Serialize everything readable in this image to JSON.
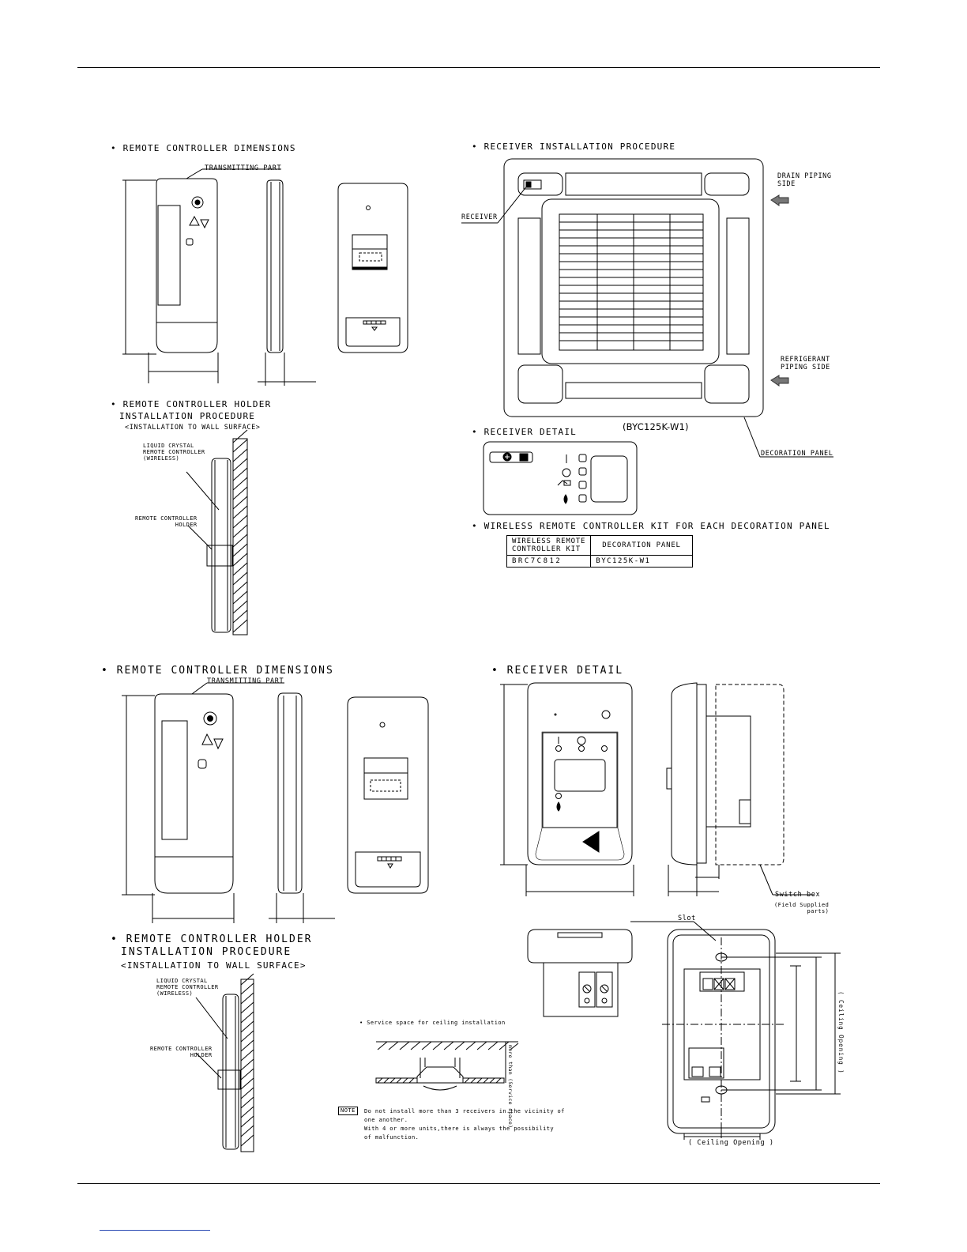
{
  "top": {
    "remote_dims_title": "• REMOTE CONTROLLER DIMENSIONS",
    "transmitting_part": "TRANSMITTING PART",
    "holder_title_1": "• REMOTE CONTROLLER HOLDER",
    "holder_title_2": "INSTALLATION PROCEDURE",
    "holder_title_3": "<INSTALLATION TO WALL SURFACE>",
    "lcd_label": "LIQUID CRYSTAL\nREMOTE CONTROLLER\n(WIRELESS)",
    "holder_label": "REMOTE CONTROLLER\nHOLDER",
    "receiver_install_title": "• RECEIVER INSTALLATION PROCEDURE",
    "receiver_label": "RECEIVER",
    "drain_label": "DRAIN PIPING\nSIDE",
    "refrigerant_label": "REFRIGERANT\nPIPING SIDE",
    "model_label": "(BYC125K-W1)",
    "decoration_panel_label": "DECORATION PANEL",
    "receiver_detail_title": "• RECEIVER DETAIL",
    "kit_title": "• WIRELESS REMOTE CONTROLLER KIT FOR EACH DECORATION PANEL",
    "kit_table": {
      "header_kit": "WIRELESS REMOTE\nCONTROLLER KIT",
      "header_panel": "DECORATION PANEL",
      "value_kit": "BRC7C812",
      "value_panel": "BYC125K-W1"
    }
  },
  "bottom": {
    "remote_dims_title": "• REMOTE CONTROLLER DIMENSIONS",
    "transmitting_part": "TRANSMITTING PART",
    "receiver_detail_title": "• RECEIVER DETAIL",
    "switch_box": "Switch box",
    "field_supplied": "(Field Supplied\nparts)",
    "slot_label": "Slot",
    "ceiling_opening_h": "( Ceiling Opening )",
    "ceiling_opening_v": "( Ceiling Opening )",
    "holder_title_1": "• REMOTE CONTROLLER HOLDER",
    "holder_title_2": "INSTALLATION PROCEDURE",
    "holder_title_3": "<INSTALLATION TO WALL SURFACE>",
    "lcd_label": "LIQUID CRYSTAL\nREMOTE CONTROLLER\n(WIRELESS)",
    "holder_label": "REMOTE CONTROLLER\nHOLDER",
    "service_space_title": "• Service space for ceiling installation",
    "service_space_vert": "more than\n(Service space)",
    "note_tag": "NOTE",
    "note_text": "Do not install more than 3 receivers in the vicinity of\none another.\nWith 4 or more units,there is always the possibility\nof malfunction."
  }
}
